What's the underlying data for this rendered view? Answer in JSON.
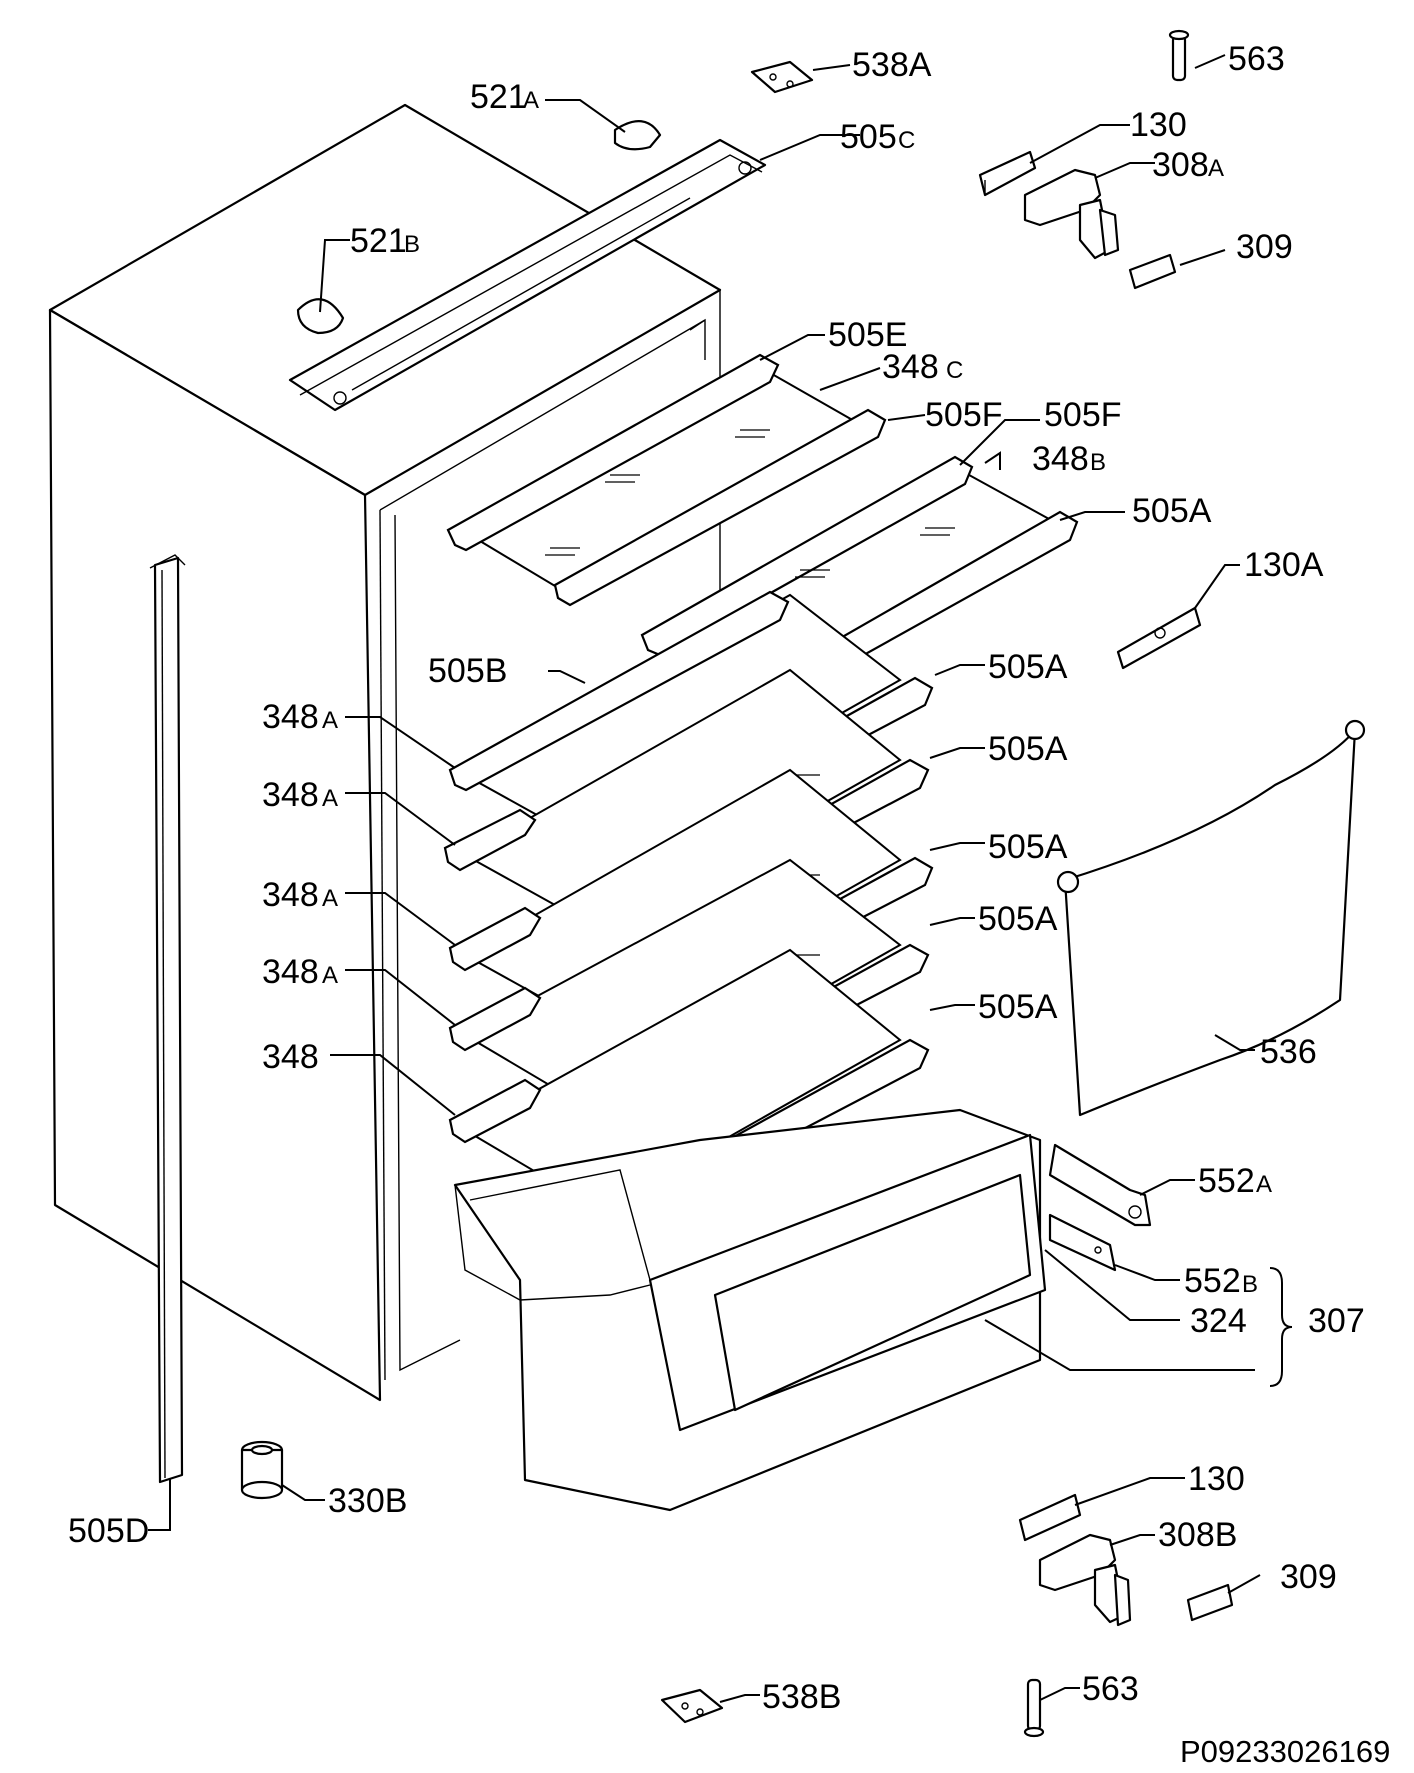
{
  "drawing_ref": "P09233026169",
  "labels": {
    "p538a": "538A",
    "p563_top": "563",
    "p521a": "521",
    "p521a_suffix": "A",
    "p505c": "505",
    "p505c_suffix": "C",
    "p130_top": "130",
    "p308a": "308",
    "p308a_suffix": "A",
    "p521b": "521",
    "p521b_suffix": "B",
    "p309_top": "309",
    "p505e": "505E",
    "p348c": "348",
    "p348c_suffix": "C",
    "p505f_1": "505F",
    "p505f_2": "505F",
    "p348b": "348",
    "p348b_suffix": "B",
    "p505a_1": "505A",
    "p130a": "130A",
    "p505b": "505B",
    "p505a_2": "505A",
    "p348a_1": "348",
    "p348a_1_suffix": "A",
    "p505a_3": "505A",
    "p348a_2": "348",
    "p348a_2_suffix": "A",
    "p505a_4": "505A",
    "p348a_3": "348",
    "p348a_3_suffix": "A",
    "p505a_5": "505A",
    "p348a_4": "348",
    "p348a_4_suffix": "A",
    "p505a_6": "505A",
    "p348": "348",
    "p536": "536",
    "p552a": "552",
    "p552a_suffix": "A",
    "p552b": "552",
    "p552b_suffix": "B",
    "p307": "307",
    "p324": "324",
    "p505d": "505D",
    "p330b": "330B",
    "p130_bottom": "130",
    "p308b": "308B",
    "p309_bottom": "309",
    "p563_bottom": "563",
    "p538b": "538B"
  }
}
